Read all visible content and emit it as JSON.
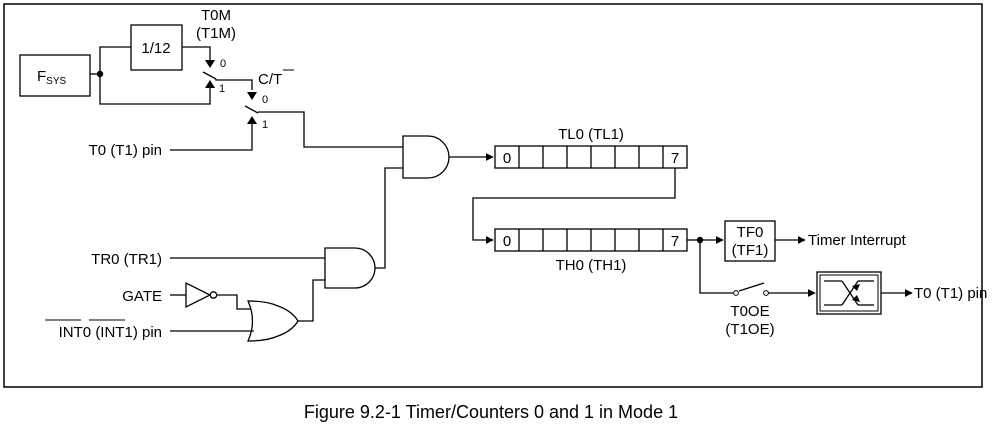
{
  "diagram": {
    "divider": "1/12",
    "fsys_main": "F",
    "fsys_sub": "SYS",
    "mode_select": [
      "T0M",
      "(T1M)"
    ],
    "ct_select": "C/T",
    "sw_pos_0": "0",
    "sw_pos_1": "1",
    "t0_pin_input": "T0 (T1) pin",
    "tr0": "TR0 (TR1)",
    "gate": "GATE",
    "int0_pin": "INT0 (INT1) pin",
    "tl0": "TL0 (TL1)",
    "th0": "TH0 (TH1)",
    "bit_low": "0",
    "bit_high": "7",
    "tf0": [
      "TF0",
      "(TF1)"
    ],
    "timer_interrupt": "Timer Interrupt",
    "t0oe": [
      "T0OE",
      "(T1OE)"
    ],
    "t0_pin_output": "T0 (T1) pin"
  },
  "caption": "Figure 9.2-1 Timer/Counters 0 and 1 in Mode 1"
}
